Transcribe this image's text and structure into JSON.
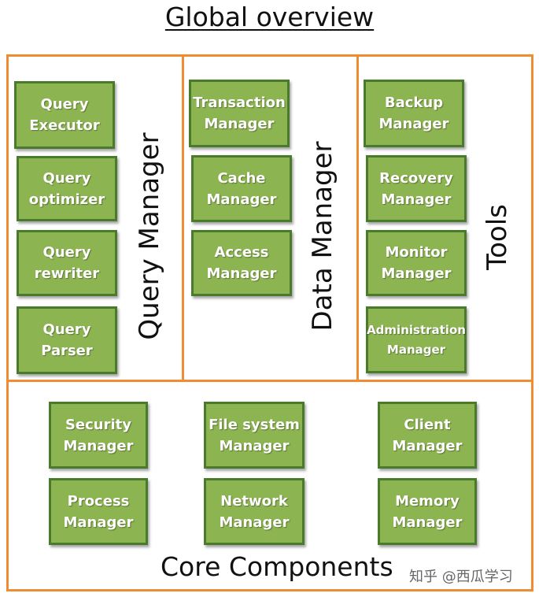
{
  "title": "Global overview",
  "sections": {
    "query_manager": {
      "label": "Query Manager",
      "boxes": [
        {
          "line1": "Query",
          "line2": "Executor"
        },
        {
          "line1": "Query",
          "line2": "optimizer"
        },
        {
          "line1": "Query",
          "line2": "rewriter"
        },
        {
          "line1": "Query",
          "line2": "Parser"
        }
      ]
    },
    "data_manager": {
      "label": "Data Manager",
      "boxes": [
        {
          "line1": "Transaction",
          "line2": "Manager"
        },
        {
          "line1": "Cache",
          "line2": "Manager"
        },
        {
          "line1": "Access",
          "line2": "Manager"
        }
      ]
    },
    "tools": {
      "label": "Tools",
      "boxes": [
        {
          "line1": "Backup",
          "line2": "Manager"
        },
        {
          "line1": "Recovery",
          "line2": "Manager"
        },
        {
          "line1": "Monitor",
          "line2": "Manager"
        },
        {
          "line1": "Administration",
          "line2": "Manager"
        }
      ]
    },
    "core_components": {
      "label": "Core Components",
      "boxes": [
        {
          "line1": "Security",
          "line2": "Manager"
        },
        {
          "line1": "File system",
          "line2": "Manager"
        },
        {
          "line1": "Client",
          "line2": "Manager"
        },
        {
          "line1": "Process",
          "line2": "Manager"
        },
        {
          "line1": "Network",
          "line2": "Manager"
        },
        {
          "line1": "Memory",
          "line2": "Manager"
        }
      ]
    }
  },
  "watermark": "知乎 @西瓜学习",
  "colors": {
    "frame": "#f08c32",
    "box_fill": "#8cb450",
    "box_border": "#4a7a2c"
  }
}
